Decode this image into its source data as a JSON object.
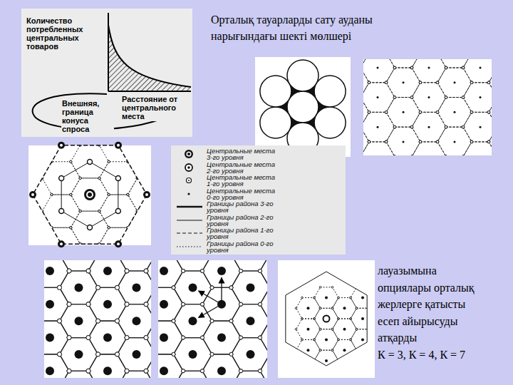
{
  "diagram": {
    "title": "Орталық тауарларды сату ауданы нарығындағы шекті мөлшері",
    "labels": [
      "Количество потребленных центральных товаров",
      "Внешняя, граница конуса спроса",
      "Расстояние от центрального места",
      "лауазымына опциялары орталық жерлерге қатысты есеп айырысуды атқарды",
      "К = 3, К = 4, К = 7"
    ],
    "legend": [
      {
        "text": "Центральные места 3-го уровня"
      },
      {
        "text": "Центральные места 2-го уровня"
      },
      {
        "text": "Центральные места 1-го уровня"
      },
      {
        "text": "Центральные места 0-го уровня"
      },
      {
        "text": "Границы района 3-го уровня"
      },
      {
        "text": "Границы района 2-го уровня"
      },
      {
        "text": "Границы района 1-го уровня"
      },
      {
        "text": "Границы района 0-го уровня"
      }
    ]
  }
}
